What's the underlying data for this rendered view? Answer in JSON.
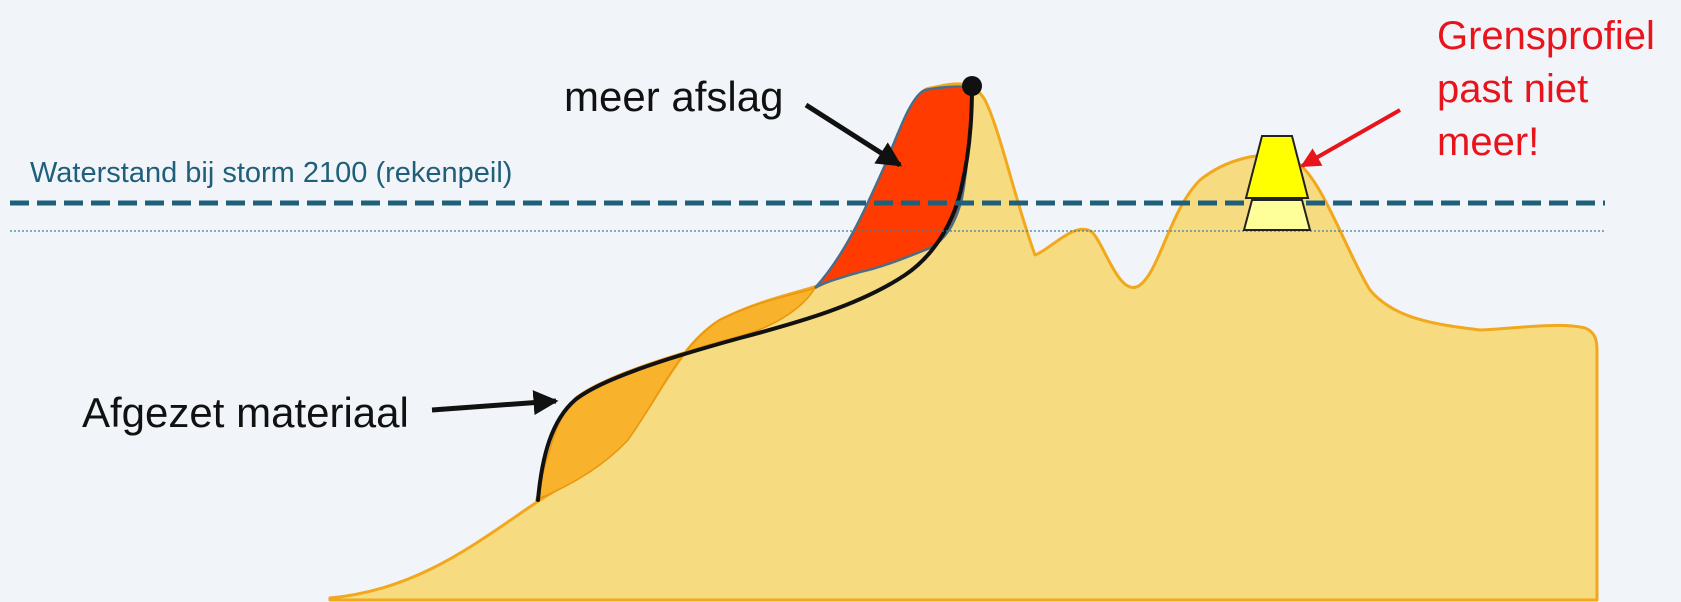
{
  "labels": {
    "water_level": "Waterstand bij storm 2100 (rekenpeil)",
    "more_erosion": "meer afslag",
    "deposited_material": "Afgezet materiaal",
    "limit_profile_line1": "Grensprofiel",
    "limit_profile_line2": "past niet",
    "limit_profile_line3": "meer!"
  },
  "colors": {
    "background": "#f1f5fa",
    "sand": "#f7db80",
    "sand_outline": "#f2a81d",
    "deposit": "#f9b22b",
    "erosion": "#ff3b00",
    "water_line": "#1f5f79",
    "limit_profile_upper": "#ffff00",
    "limit_profile_lower": "#ffff99",
    "warning": "#e8141c"
  }
}
